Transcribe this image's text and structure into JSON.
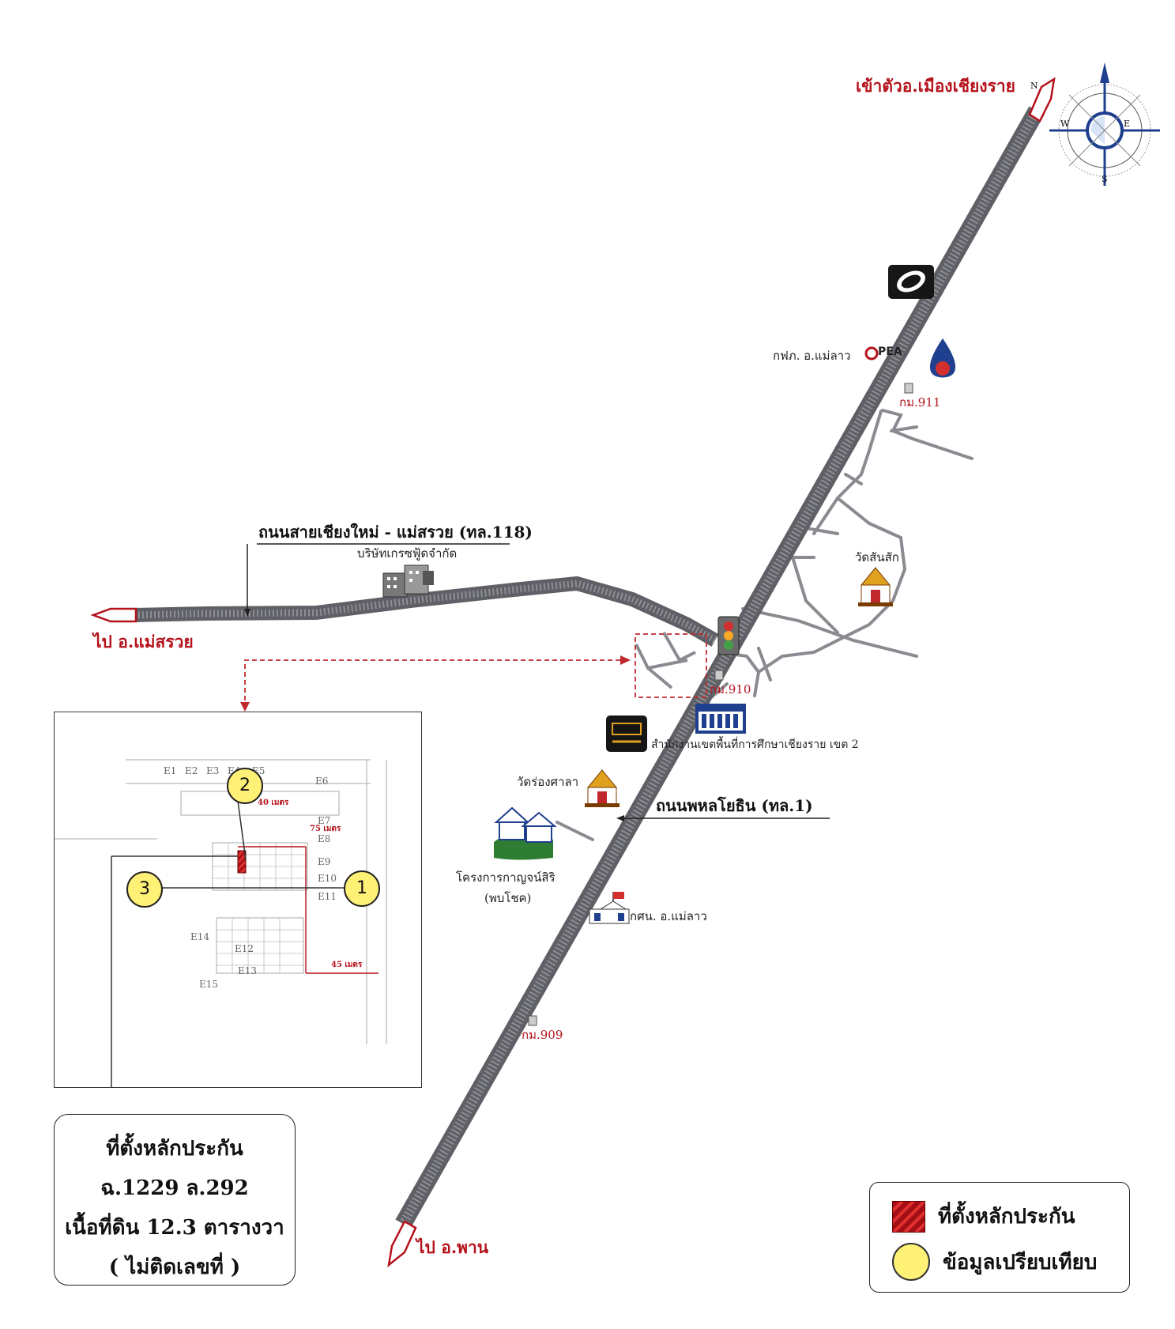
{
  "compass": {
    "n": "N",
    "s": "S",
    "e": "E",
    "w": "W"
  },
  "directions": {
    "to_chiang_rai": "เข้าตัวอ.เมืองเชียงราย",
    "to_mae_suai": "ไป อ.แม่สรวย",
    "to_phan": "ไป อ.พาน"
  },
  "roads": {
    "route_118": "ถนนสายเชียงใหม่ - แม่สรวย (ทล.118)",
    "route_1": "ถนนพหลโยธิน (ทล.1)"
  },
  "landmarks": {
    "geruch_food": "บริษัทเกรซฟู้ดจำกัด",
    "pea": "กฟภ. อ.แม่ลาว",
    "pea_logo": "PEA",
    "km911": "กม.911",
    "km910": "กม.910",
    "km909": "กม.909",
    "wat_san_sak": "วัดสันสัก",
    "edu_office": "สำนักงานเขตพื้นที่การศึกษาเชียงราย เขต 2",
    "wat_rong_sala": "วัดร่องศาลา",
    "kanchansiri_1": "โครงการกาญจน์สิริ",
    "kanchansiri_2": "(พบโชค)",
    "nfe": "กศน. อ.แม่ลาว"
  },
  "inset": {
    "markers": [
      "1",
      "2",
      "3"
    ],
    "plots": [
      "E1",
      "E2",
      "E3",
      "E4",
      "E5",
      "E6",
      "E7",
      "E8",
      "E9",
      "E10",
      "E11",
      "E12",
      "E13",
      "E14",
      "E15"
    ],
    "dim_40": "40 เมตร",
    "dim_75": "75 เมตร",
    "dim_45": "45 เมตร"
  },
  "callout": {
    "line1": "ที่ตั้งหลักประกัน",
    "line2": "ฉ.1229 ล.292",
    "line3": "เนื้อที่ดิน 12.3 ตารางวา",
    "line4": "( ไม่ติดเลขที่ )"
  },
  "legend": {
    "collateral": "ที่ตั้งหลักประกัน",
    "comparison": "ข้อมูลเปรียบเทียบ"
  },
  "colors": {
    "road": "#6e6f75",
    "accent": "#b5121b",
    "marker": "#fff176"
  }
}
